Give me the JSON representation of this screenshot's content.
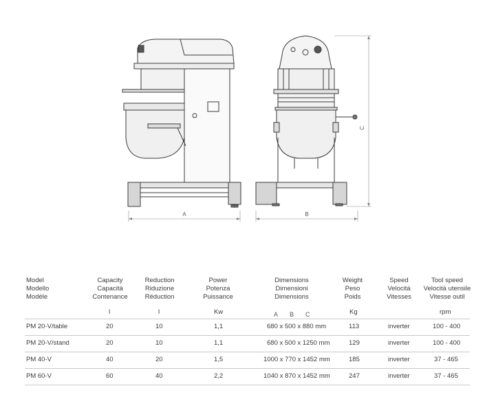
{
  "drawing": {
    "dim_a": "A",
    "dim_b": "B",
    "dim_c": "C"
  },
  "table": {
    "headers": {
      "model": [
        "Model",
        "Modello",
        "Modèle"
      ],
      "capacity": [
        "Capacity",
        "Capacità",
        "Contenance"
      ],
      "reduction": [
        "Reduction",
        "Riduzione",
        "Réduction"
      ],
      "power": [
        "Power",
        "Potenza",
        "Puissance"
      ],
      "dimensions": [
        "Dimensions",
        "Dimensioni",
        "Dimensions"
      ],
      "weight": [
        "Weight",
        "Peso",
        "Poids"
      ],
      "speed": [
        "Speed",
        "Velocità",
        "Vitesses"
      ],
      "tool_speed": [
        "Tool speed",
        "Velocità utensile",
        "Vitesse outil"
      ]
    },
    "units": {
      "capacity": "l",
      "reduction": "l",
      "power": "Kw",
      "dim_a": "A",
      "dim_b": "B",
      "dim_c": "C",
      "weight": "Kg",
      "tool_speed": "rpm"
    },
    "rows": [
      {
        "model": "PM 20-V/table",
        "capacity": "20",
        "reduction": "10",
        "power": "1,1",
        "dimensions": "680 x 500 x 880  mm",
        "weight": "113",
        "speed": "inverter",
        "tool_speed": "100 - 400"
      },
      {
        "model": "PM 20-V/stand",
        "capacity": "20",
        "reduction": "10",
        "power": "1,1",
        "dimensions": "680 x 500 x 1250 mm",
        "weight": "129",
        "speed": "inverter",
        "tool_speed": "100 - 400"
      },
      {
        "model": "PM 40-V",
        "capacity": "40",
        "reduction": "20",
        "power": "1,5",
        "dimensions": "1000 x 770 x 1452 mm",
        "weight": "185",
        "speed": "inverter",
        "tool_speed": "37 - 465"
      },
      {
        "model": "PM 60-V",
        "capacity": "60",
        "reduction": "40",
        "power": "2,2",
        "dimensions": "1040 x 870 x 1452 mm",
        "weight": "247",
        "speed": "inverter",
        "tool_speed": "37 - 465"
      }
    ]
  }
}
